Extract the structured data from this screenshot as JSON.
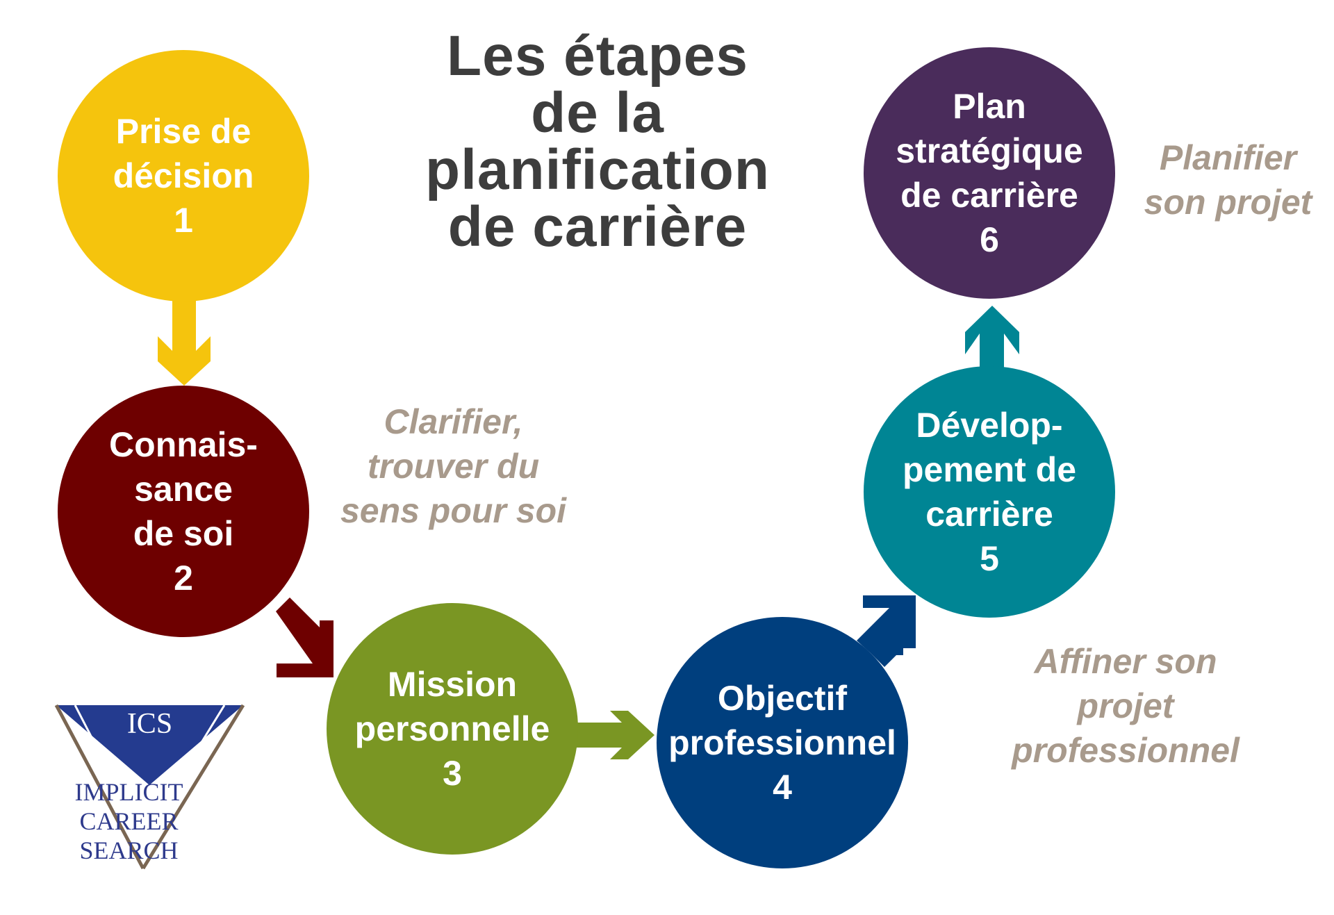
{
  "title": {
    "lines": [
      "Les étapes",
      "de la",
      "planification",
      "de carrière"
    ]
  },
  "colors": {
    "step1": "#f5c40d",
    "step2": "#6e0000",
    "step3": "#7a9623",
    "step4": "#003f7e",
    "step5": "#008594",
    "step6": "#4a2c5b",
    "note": "#a89a8c",
    "title": "#3d3d3d",
    "logo_blue": "#243b8f",
    "logo_brown": "#7a6652"
  },
  "steps": [
    {
      "lines": [
        "Prise de",
        "décision"
      ],
      "number": "1"
    },
    {
      "lines": [
        "Connais-",
        "sance",
        "de soi"
      ],
      "number": "2"
    },
    {
      "lines": [
        "Mission",
        "personnelle"
      ],
      "number": "3"
    },
    {
      "lines": [
        "Objectif",
        "professionnel"
      ],
      "number": "4"
    },
    {
      "lines": [
        "Dévelop-",
        "pement de",
        "carrière"
      ],
      "number": "5"
    },
    {
      "lines": [
        "Plan",
        "stratégique",
        "de carrière"
      ],
      "number": "6"
    }
  ],
  "notes": {
    "clarify": [
      "Clarifier,",
      "trouver du",
      "sens pour soi"
    ],
    "refine": [
      "Affiner son",
      "projet",
      "professionnel"
    ],
    "plan": [
      "Planifier",
      "son projet"
    ]
  },
  "logo": {
    "abbr": "ICS",
    "lines": [
      "IMPLICIT",
      "CAREER",
      "SEARCH"
    ]
  }
}
